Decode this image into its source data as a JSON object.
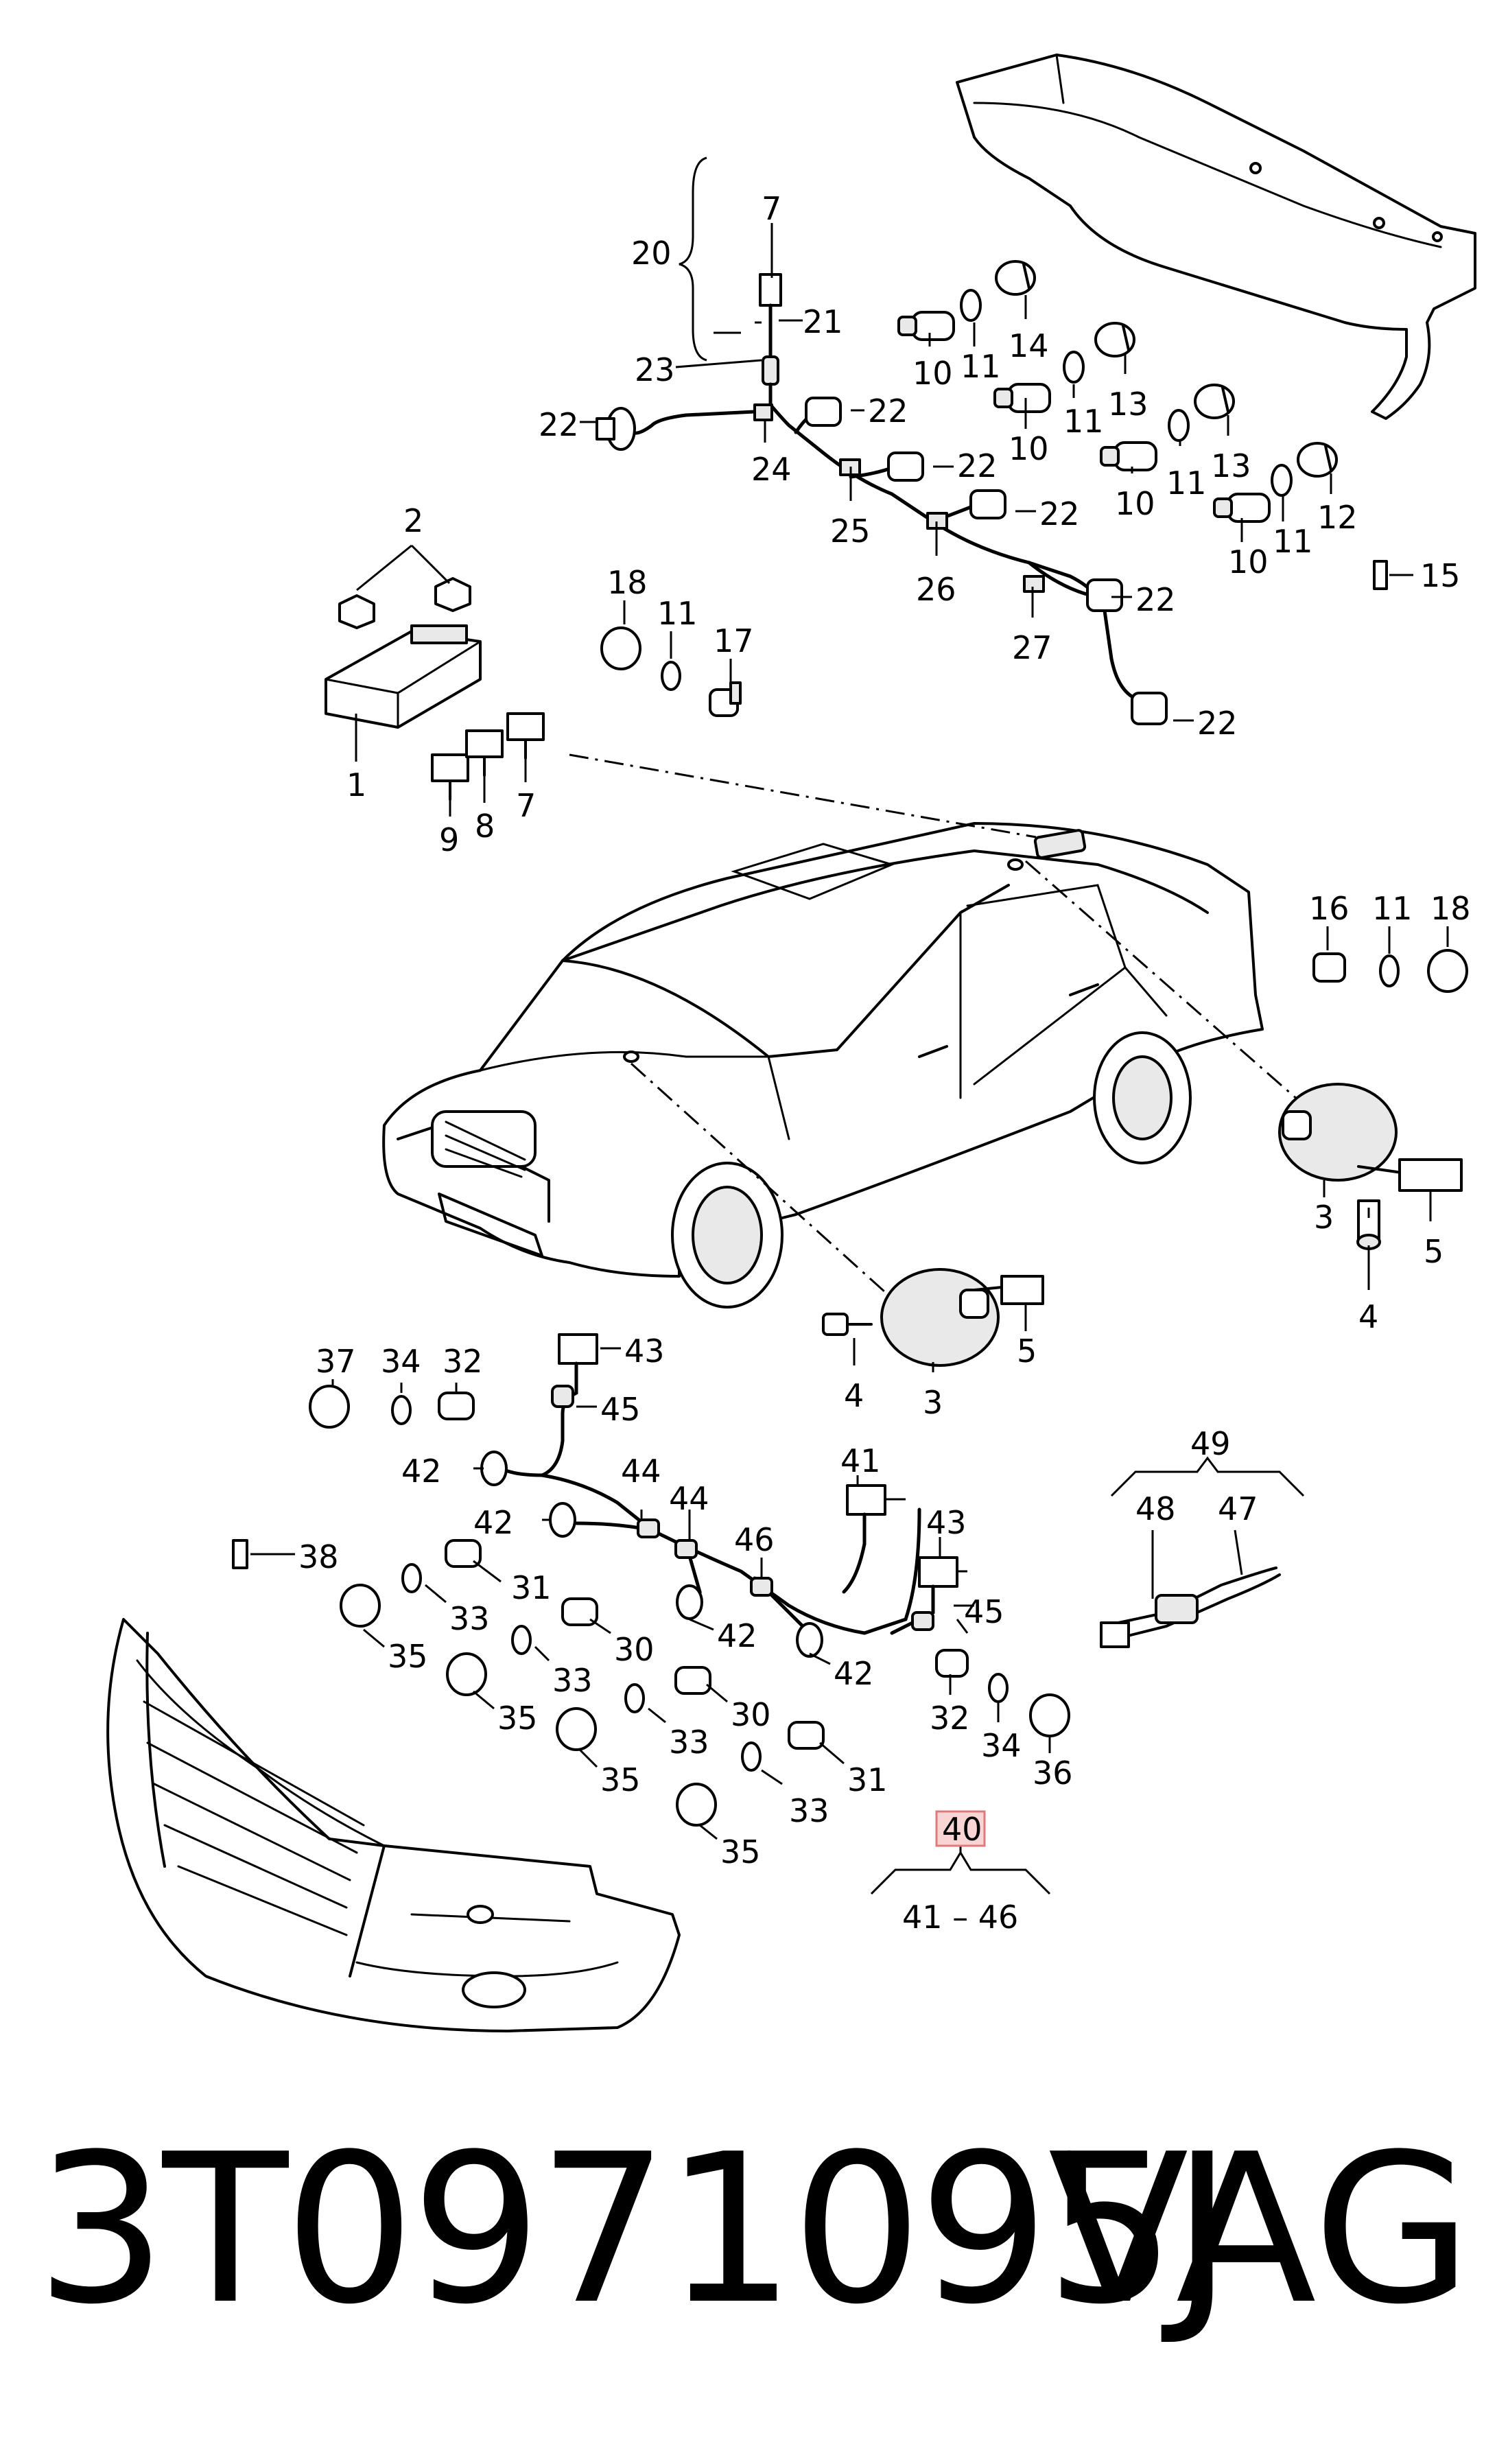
{
  "diagram": {
    "callouts": {
      "c1": "1",
      "c2": "2",
      "c3a": "3",
      "c3b": "3",
      "c4a": "4",
      "c4b": "4",
      "c5a": "5",
      "c5b": "5",
      "c7a": "7",
      "c7b": "7",
      "c8": "8",
      "c9": "9",
      "c10a": "10",
      "c10b": "10",
      "c10c": "10",
      "c10d": "10",
      "c11a": "11",
      "c11b": "11",
      "c11c": "11",
      "c11d": "11",
      "c11e": "11",
      "c11f": "11",
      "c12": "12",
      "c13a": "13",
      "c13b": "13",
      "c14": "14",
      "c15": "15",
      "c16": "16",
      "c17": "17",
      "c18a": "18",
      "c18b": "18",
      "c20": "20",
      "c21": "21",
      "c22a": "22",
      "c22b": "22",
      "c22c": "22",
      "c22d": "22",
      "c22e": "22",
      "c22f": "22",
      "c23": "23",
      "c24": "24",
      "c25": "25",
      "c26": "26",
      "c27": "27",
      "c30a": "30",
      "c30b": "30",
      "c31a": "31",
      "c31b": "31",
      "c32a": "32",
      "c32b": "32",
      "c33a": "33",
      "c33b": "33",
      "c33c": "33",
      "c33d": "33",
      "c34a": "34",
      "c34b": "34",
      "c35a": "35",
      "c35b": "35",
      "c35c": "35",
      "c35d": "35",
      "c36": "36",
      "c37": "37",
      "c38": "38",
      "c40": "40",
      "c41_46": "41 – 46",
      "c41": "41",
      "c42a": "42",
      "c42b": "42",
      "c42c": "42",
      "c42d": "42",
      "c43a": "43",
      "c43b": "43",
      "c44a": "44",
      "c44b": "44",
      "c45a": "45",
      "c45b": "45",
      "c46": "46",
      "c47": "47",
      "c48": "48",
      "c49": "49"
    },
    "highlight_color": "#f8d4d4",
    "highlight_border": "#e07a7a"
  },
  "footer": {
    "part_number": "3T0971095J",
    "brand": "VAG"
  }
}
